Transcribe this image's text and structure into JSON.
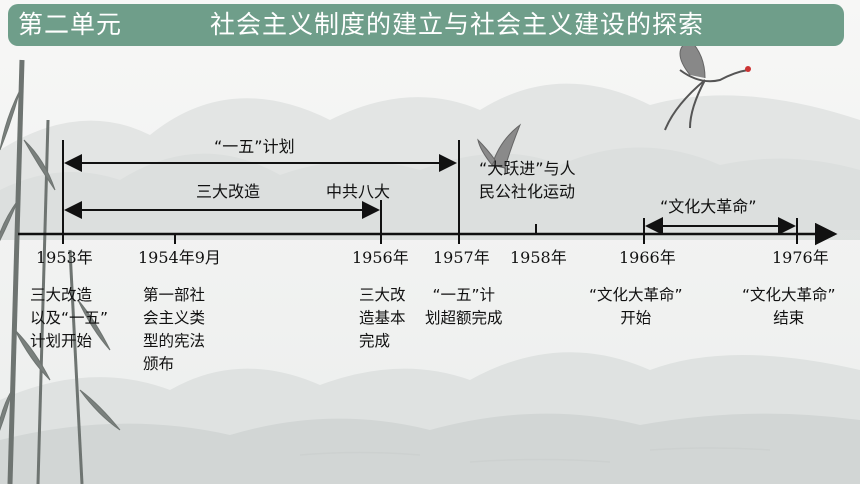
{
  "header": {
    "unit": "第二单元",
    "title": "社会主义制度的建立与社会主义建设的探索",
    "bg_color": "#6f9e8a"
  },
  "timeline": {
    "years": [
      "1953年",
      "1954年9月",
      "1956年",
      "1957年",
      "1958年",
      "1966年",
      "1976年"
    ],
    "events": [
      "三大改造\n以及“一五”\n计划开始",
      "第一部社\n会主义类\n型的宪法\n颁布",
      "三大改\n造基本\n完成",
      "“一五”计\n划超额完成",
      "“文化大革命”\n开始",
      "“文化大革命”\n结束"
    ],
    "spans": {
      "first_five_year_plan": "“一五”计划",
      "three_transformations": "三大改造",
      "eighth_congress": "中共八大",
      "great_leap": "“大跃进”与人\n民公社化运动",
      "cultural_revolution": "“文化大革命”"
    }
  }
}
